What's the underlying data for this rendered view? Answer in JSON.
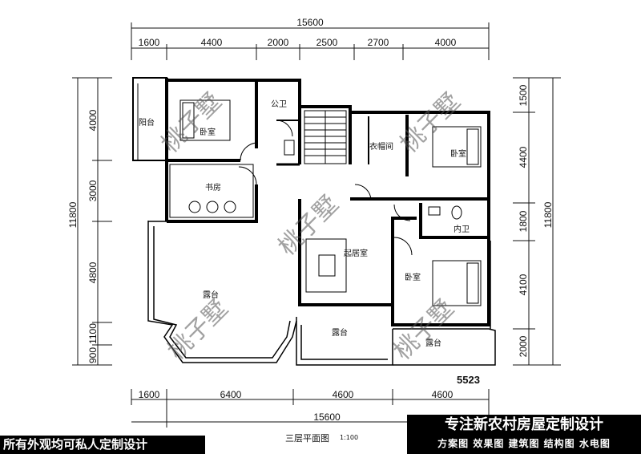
{
  "dims": {
    "top_total": "15600",
    "top": [
      "1600",
      "4400",
      "2000",
      "2500",
      "2700",
      "4000"
    ],
    "bottom": [
      "1600",
      "6400",
      "4600",
      "4600"
    ],
    "bottom_total": "15600",
    "left": [
      "4000",
      "3000",
      "4800",
      "1100",
      "900"
    ],
    "left_total": "11800",
    "right": [
      "1500",
      "4400",
      "1800",
      "4100",
      "2000"
    ],
    "right_total": "11800"
  },
  "rooms": {
    "balcony": "阳台",
    "bedroom_nw": "卧室",
    "public_wc": "公卫",
    "closet": "衣帽间",
    "bedroom_ne": "卧室",
    "study": "书房",
    "inner_wc": "内卫",
    "living": "起居室",
    "bedroom_e": "卧室",
    "terrace_w": "露台",
    "terrace_s": "露台",
    "terrace_se": "露台"
  },
  "watermark": "桃子墅",
  "plan_number": "5523",
  "title": "三层平面图",
  "scale": "1:100",
  "banner_left": "所有外观均可私人定制设计",
  "banner_right": {
    "line1": "专注新农村房屋定制设计",
    "line2": "方案图 效果图 建筑图 结构图 水电图"
  }
}
